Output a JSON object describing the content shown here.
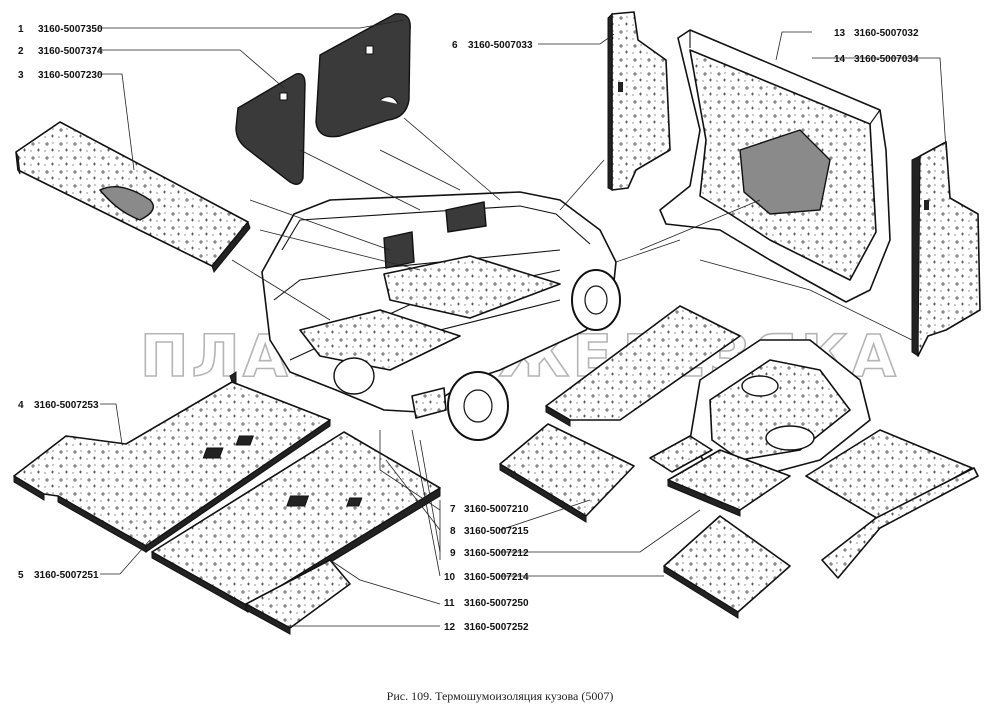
{
  "caption": "Рис. 109. Термошумоизоляция кузова (5007)",
  "watermark": "ПЛАНЕТА ЖЕЛЕЗЯКА",
  "callouts": [
    {
      "num": "1",
      "code": "3160-5007350"
    },
    {
      "num": "2",
      "code": "3160-5007374"
    },
    {
      "num": "3",
      "code": "3160-5007230"
    },
    {
      "num": "4",
      "code": "3160-5007253"
    },
    {
      "num": "5",
      "code": "3160-5007251"
    },
    {
      "num": "6",
      "code": "3160-5007033"
    },
    {
      "num": "7",
      "code": "3160-5007210"
    },
    {
      "num": "8",
      "code": "3160-5007215"
    },
    {
      "num": "9",
      "code": "3160-5007212"
    },
    {
      "num": "10",
      "code": "3160-5007214"
    },
    {
      "num": "11",
      "code": "3160-5007250"
    },
    {
      "num": "12",
      "code": "3160-5007252"
    },
    {
      "num": "13",
      "code": "3160-5007032"
    },
    {
      "num": "14",
      "code": "3160-5007034"
    }
  ]
}
